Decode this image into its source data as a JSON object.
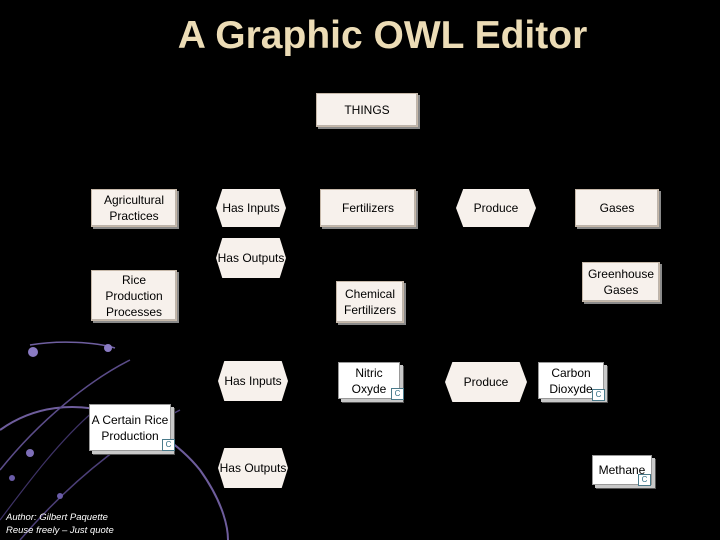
{
  "title": "A Graphic OWL Editor",
  "root": {
    "label": "THINGS"
  },
  "classes": {
    "agricultural_practices": "Agricultural Practices",
    "rice_production_processes": "Rice Production Processes",
    "fertilizers": "Fertilizers",
    "gases": "Gases",
    "chemical_fertilizers": "Chemical Fertilizers",
    "greenhouse_gases": "Greenhouse Gases"
  },
  "properties": {
    "has_inputs_top": "Has Inputs",
    "has_outputs_top": "Has Outputs",
    "produce_top": "Produce",
    "has_inputs_bottom": "Has Inputs",
    "has_outputs_bottom": "Has Outputs",
    "produce_bottom": "Produce"
  },
  "instances": {
    "nitric_oxyde": "Nitric Oxyde",
    "carbon_dioxyde": "Carbon Dioxyde",
    "a_certain_rice_production": "A Certain Rice Production",
    "methane": "Methane"
  },
  "instance_tag": "C",
  "footer": {
    "author": "Author: Gilbert Paquette",
    "license": "Reuse freely – Just quote"
  }
}
